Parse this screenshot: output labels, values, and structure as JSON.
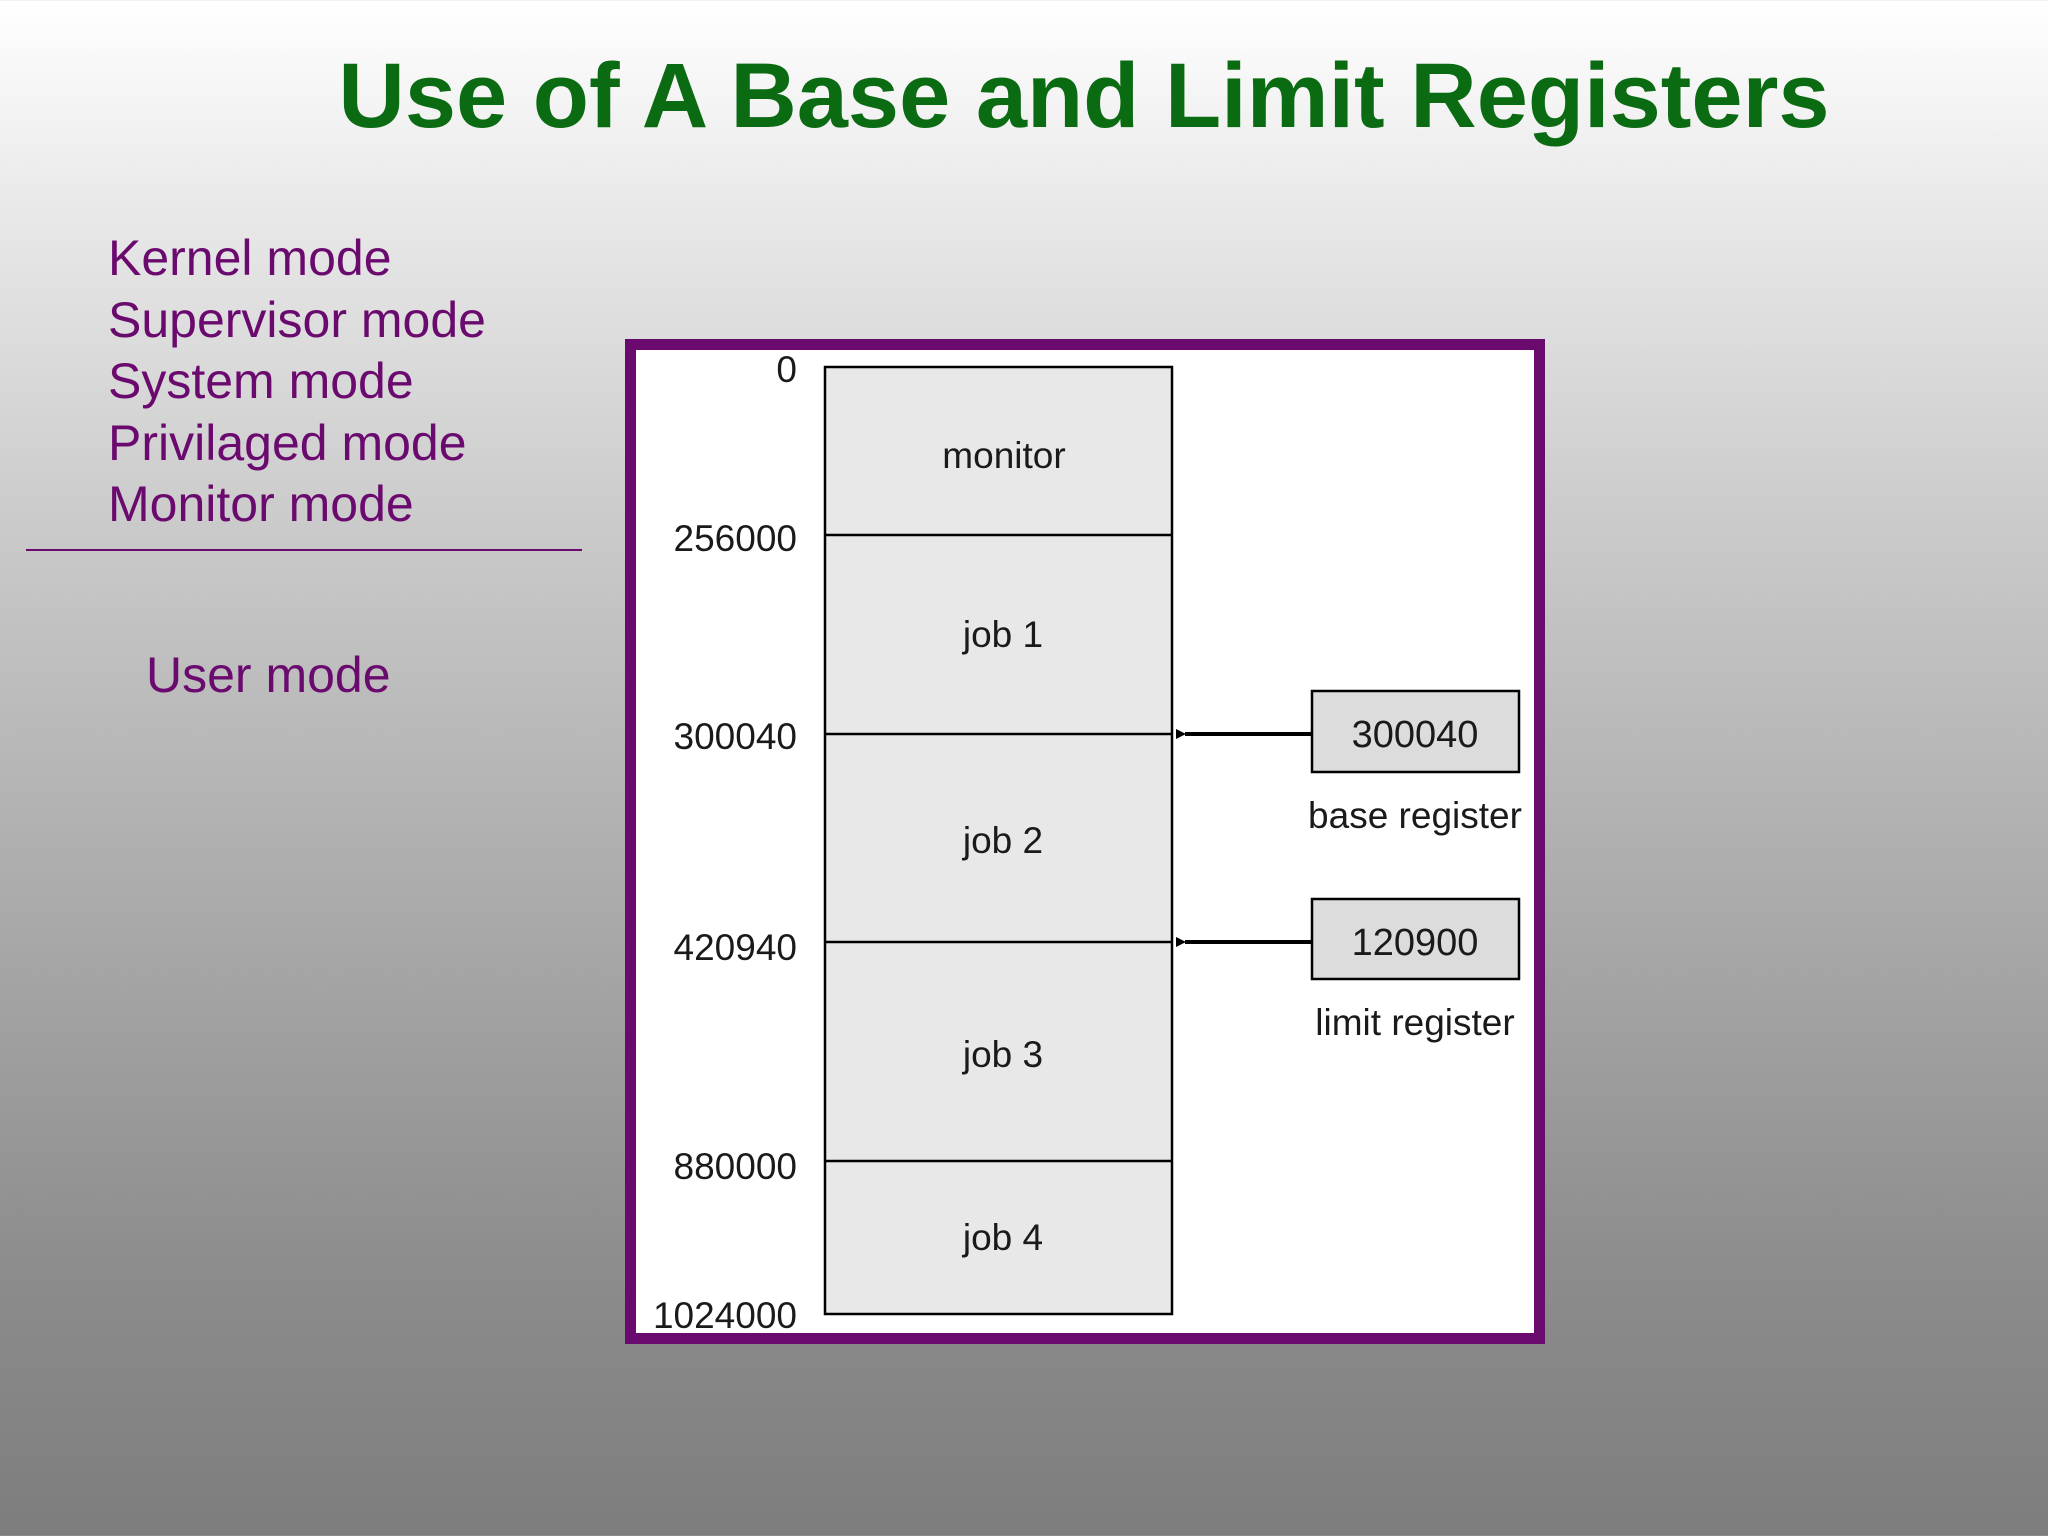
{
  "slide": {
    "title": "Use of A Base and Limit Registers",
    "privileged_modes": [
      "Kernel mode",
      "Supervisor mode",
      "System mode",
      "Privilaged mode",
      "Monitor mode"
    ],
    "user_mode": "User mode"
  },
  "memory": {
    "addresses": [
      "0",
      "256000",
      "300040",
      "420940",
      "880000",
      "1024000"
    ],
    "segments": [
      "monitor",
      "job 1",
      "job 2",
      "job 3",
      "job 4"
    ]
  },
  "registers": {
    "base": {
      "value": "300040",
      "caption": "base register"
    },
    "limit": {
      "value": "120900",
      "caption": "limit register"
    }
  },
  "colors": {
    "title": "#0b6b12",
    "mode_text": "#6b0a6e",
    "frame_border": "#6b0a6e",
    "segment_fill": "#e8e8e8",
    "register_fill": "#dcdcdc"
  }
}
